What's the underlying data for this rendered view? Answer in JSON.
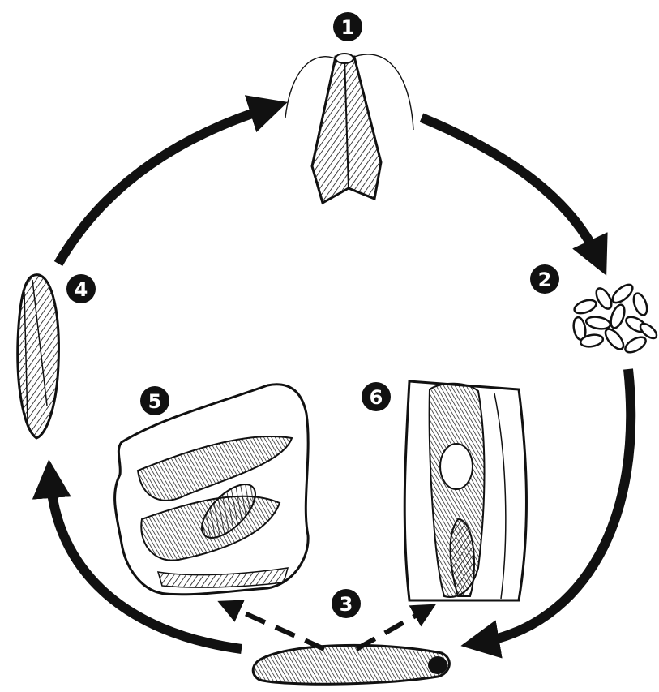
{
  "figure": {
    "stage_labels": {
      "adult_moth": "1",
      "eggs": "2",
      "larva": "3",
      "pupa": "4",
      "damaged_leaf": "5",
      "damaged_shoot": "6"
    },
    "colors": {
      "ink": "#111111",
      "paper": "#ffffff"
    }
  }
}
